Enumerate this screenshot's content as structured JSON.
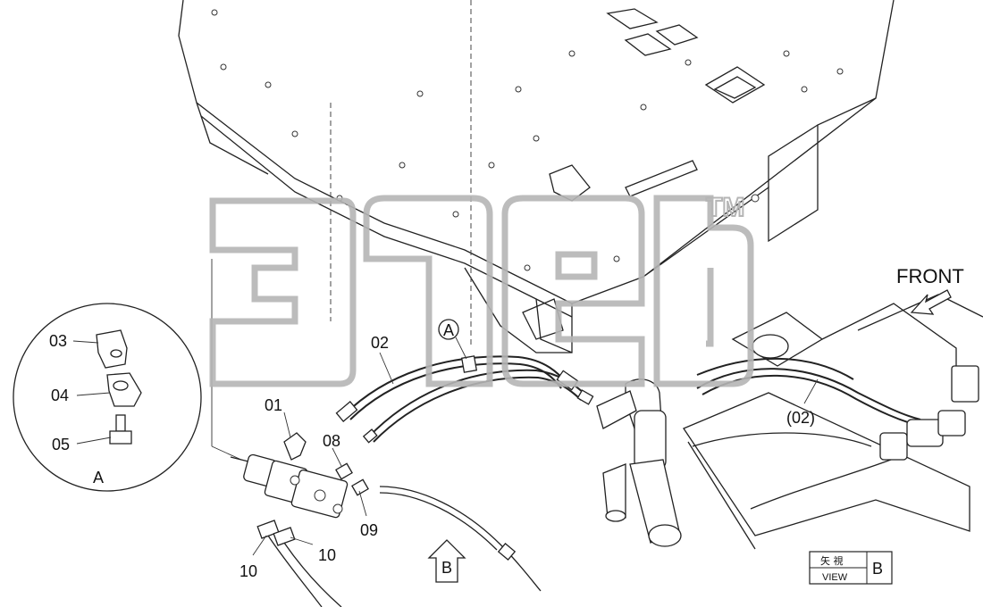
{
  "labels": {
    "p01": "01",
    "p02": "02",
    "p02b": "(02)",
    "p03": "03",
    "p04": "04",
    "p05": "05",
    "p08": "08",
    "p09": "09",
    "p10a": "10",
    "p10b": "10",
    "detailA": "A",
    "calloutA": "A",
    "arrowB": "B",
    "front": "FRONT",
    "trademark": "TM"
  },
  "view_box": {
    "jp_text": "矢 視",
    "letter": "B",
    "view_text": "VIEW"
  },
  "colors": {
    "line": "#222222",
    "watermark": "#b5b5b5",
    "background": "#ffffff"
  }
}
